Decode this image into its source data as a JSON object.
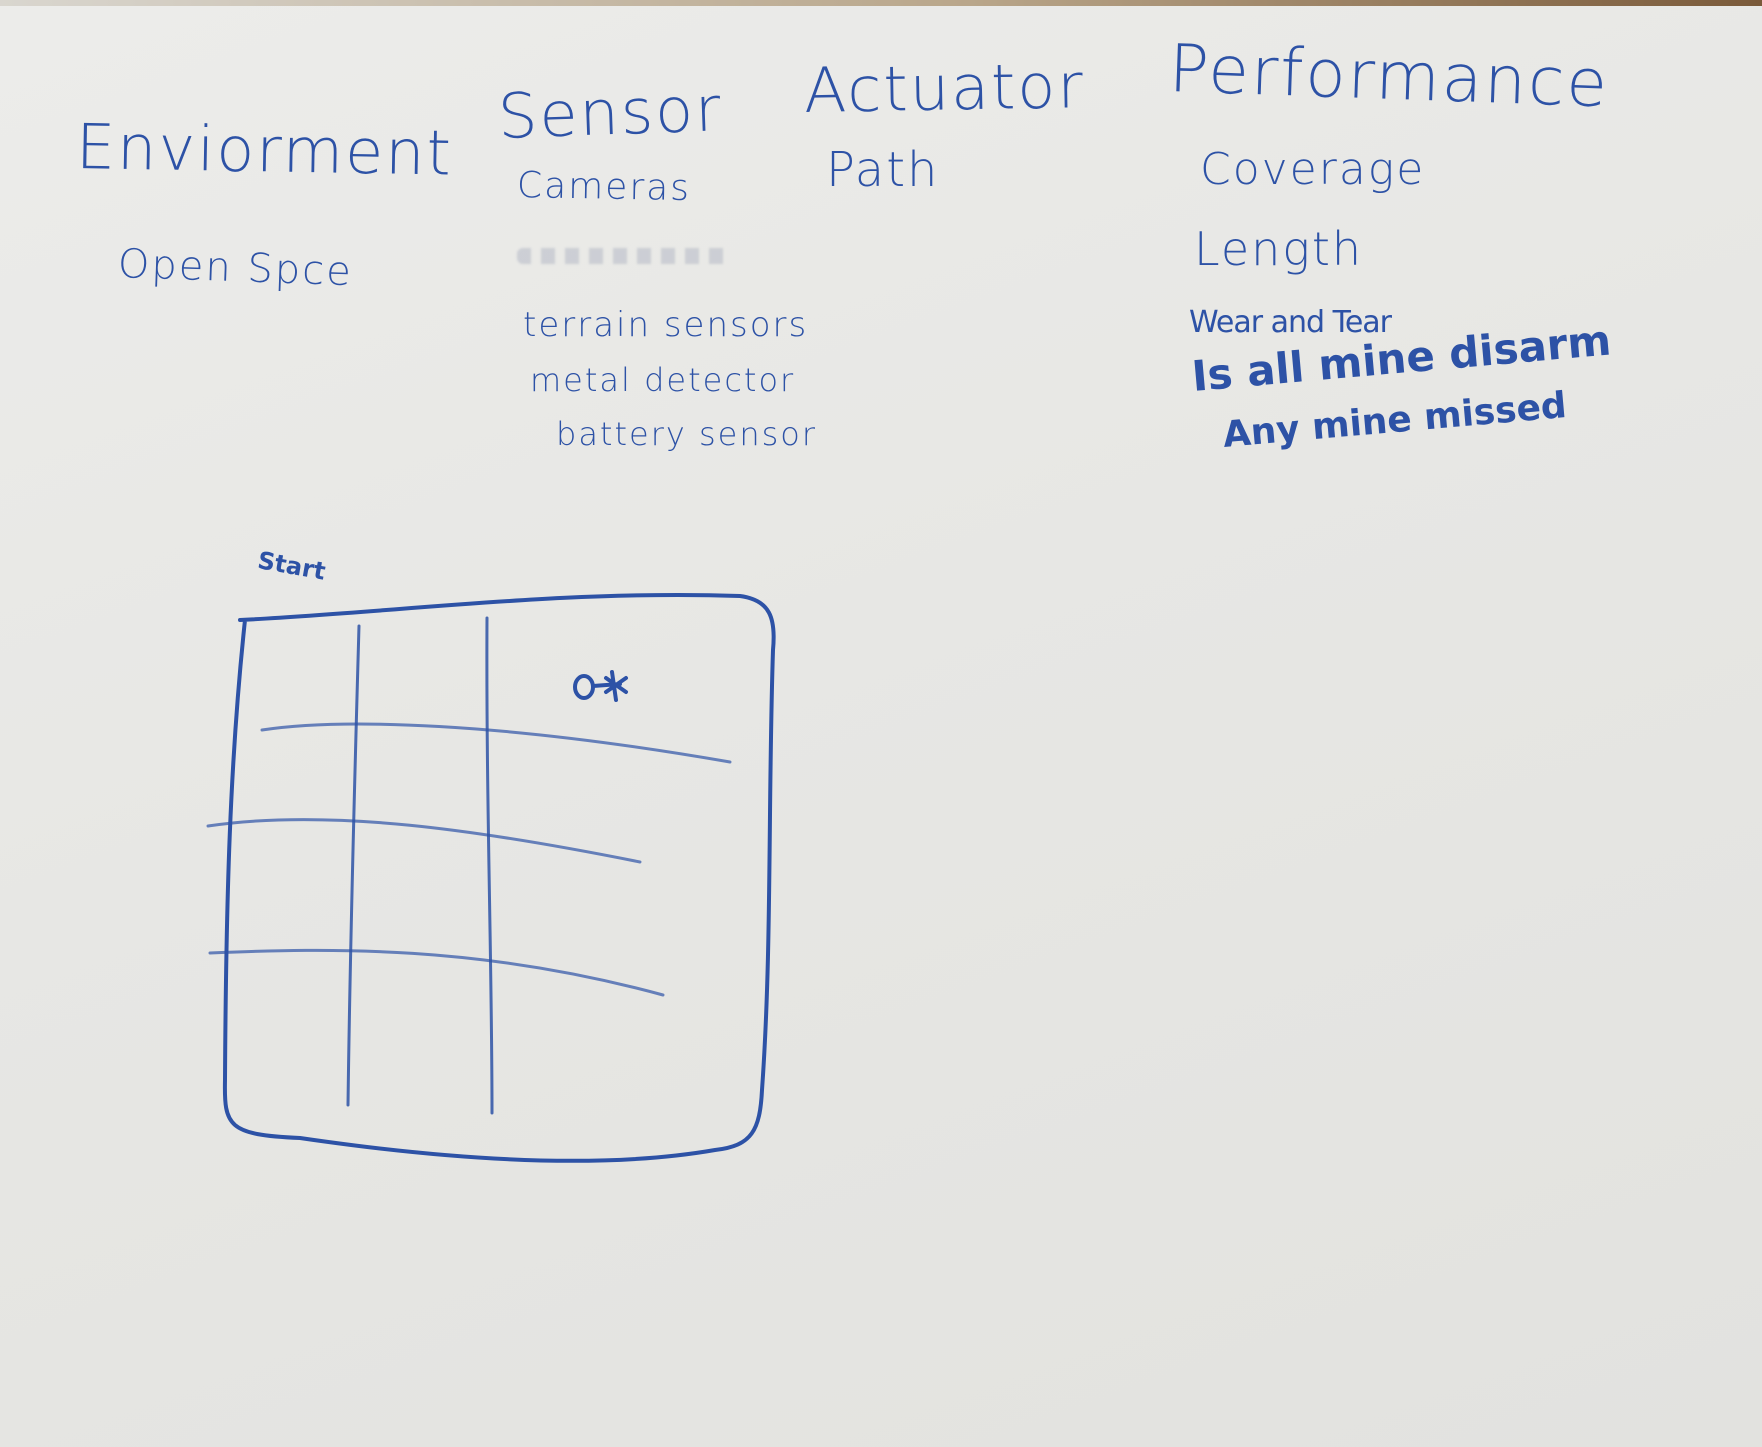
{
  "whiteboard": {
    "columns": [
      {
        "heading": "Enviorment",
        "items": [
          "Open Spce"
        ]
      },
      {
        "heading": "Sensor",
        "items": [
          "Cameras",
          "terrain sensors",
          "metal detector",
          "battery sensor"
        ]
      },
      {
        "heading": "Actuator",
        "items": [
          "Path"
        ]
      },
      {
        "heading": "Performance",
        "items": [
          "Coverage",
          "Length",
          "Wear and Tear",
          "Is all mine disarm",
          "Any mine missed"
        ]
      }
    ],
    "grid_diagram": {
      "start_label": "Start",
      "rows": 4,
      "cols": 3,
      "marker": "key-icon"
    },
    "ink_color": "#2d52a6"
  }
}
